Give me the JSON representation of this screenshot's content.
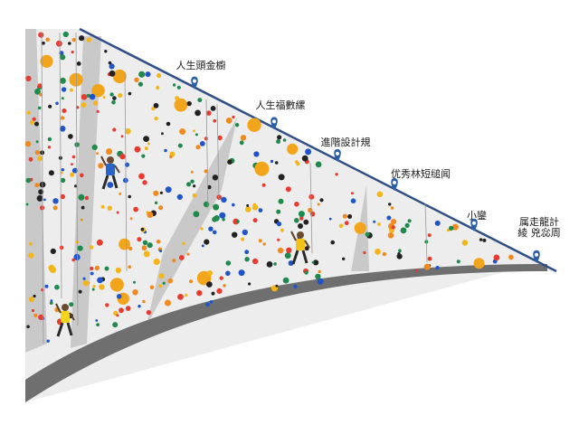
{
  "diagram": {
    "colors": {
      "rope_line": "#2f4f86",
      "marker": "#2b5fa8",
      "wall": "#ededed",
      "wall_shadow": "#c9c9c9",
      "base": "#6f6f6f",
      "hold_palette": [
        "#e63b2e",
        "#1f55c8",
        "#f4b51a",
        "#1f8a4c",
        "#222222",
        "#f08a1e"
      ]
    },
    "milestones": [
      {
        "label": "人生頭金櫥"
      },
      {
        "label": "人生福數縲"
      },
      {
        "label": "進階設計規"
      },
      {
        "label": "优秀林短缒闻"
      },
      {
        "label": "小鑾"
      },
      {
        "label": "属走龍計綾 兇惢周"
      }
    ],
    "climbers": [
      {
        "name": "climber-top-left",
        "shirt": "#2a64c9"
      },
      {
        "name": "climber-middle",
        "shirt": "#f2c21a"
      },
      {
        "name": "climber-bottom-left",
        "shirt": "#f2d41a"
      }
    ]
  }
}
